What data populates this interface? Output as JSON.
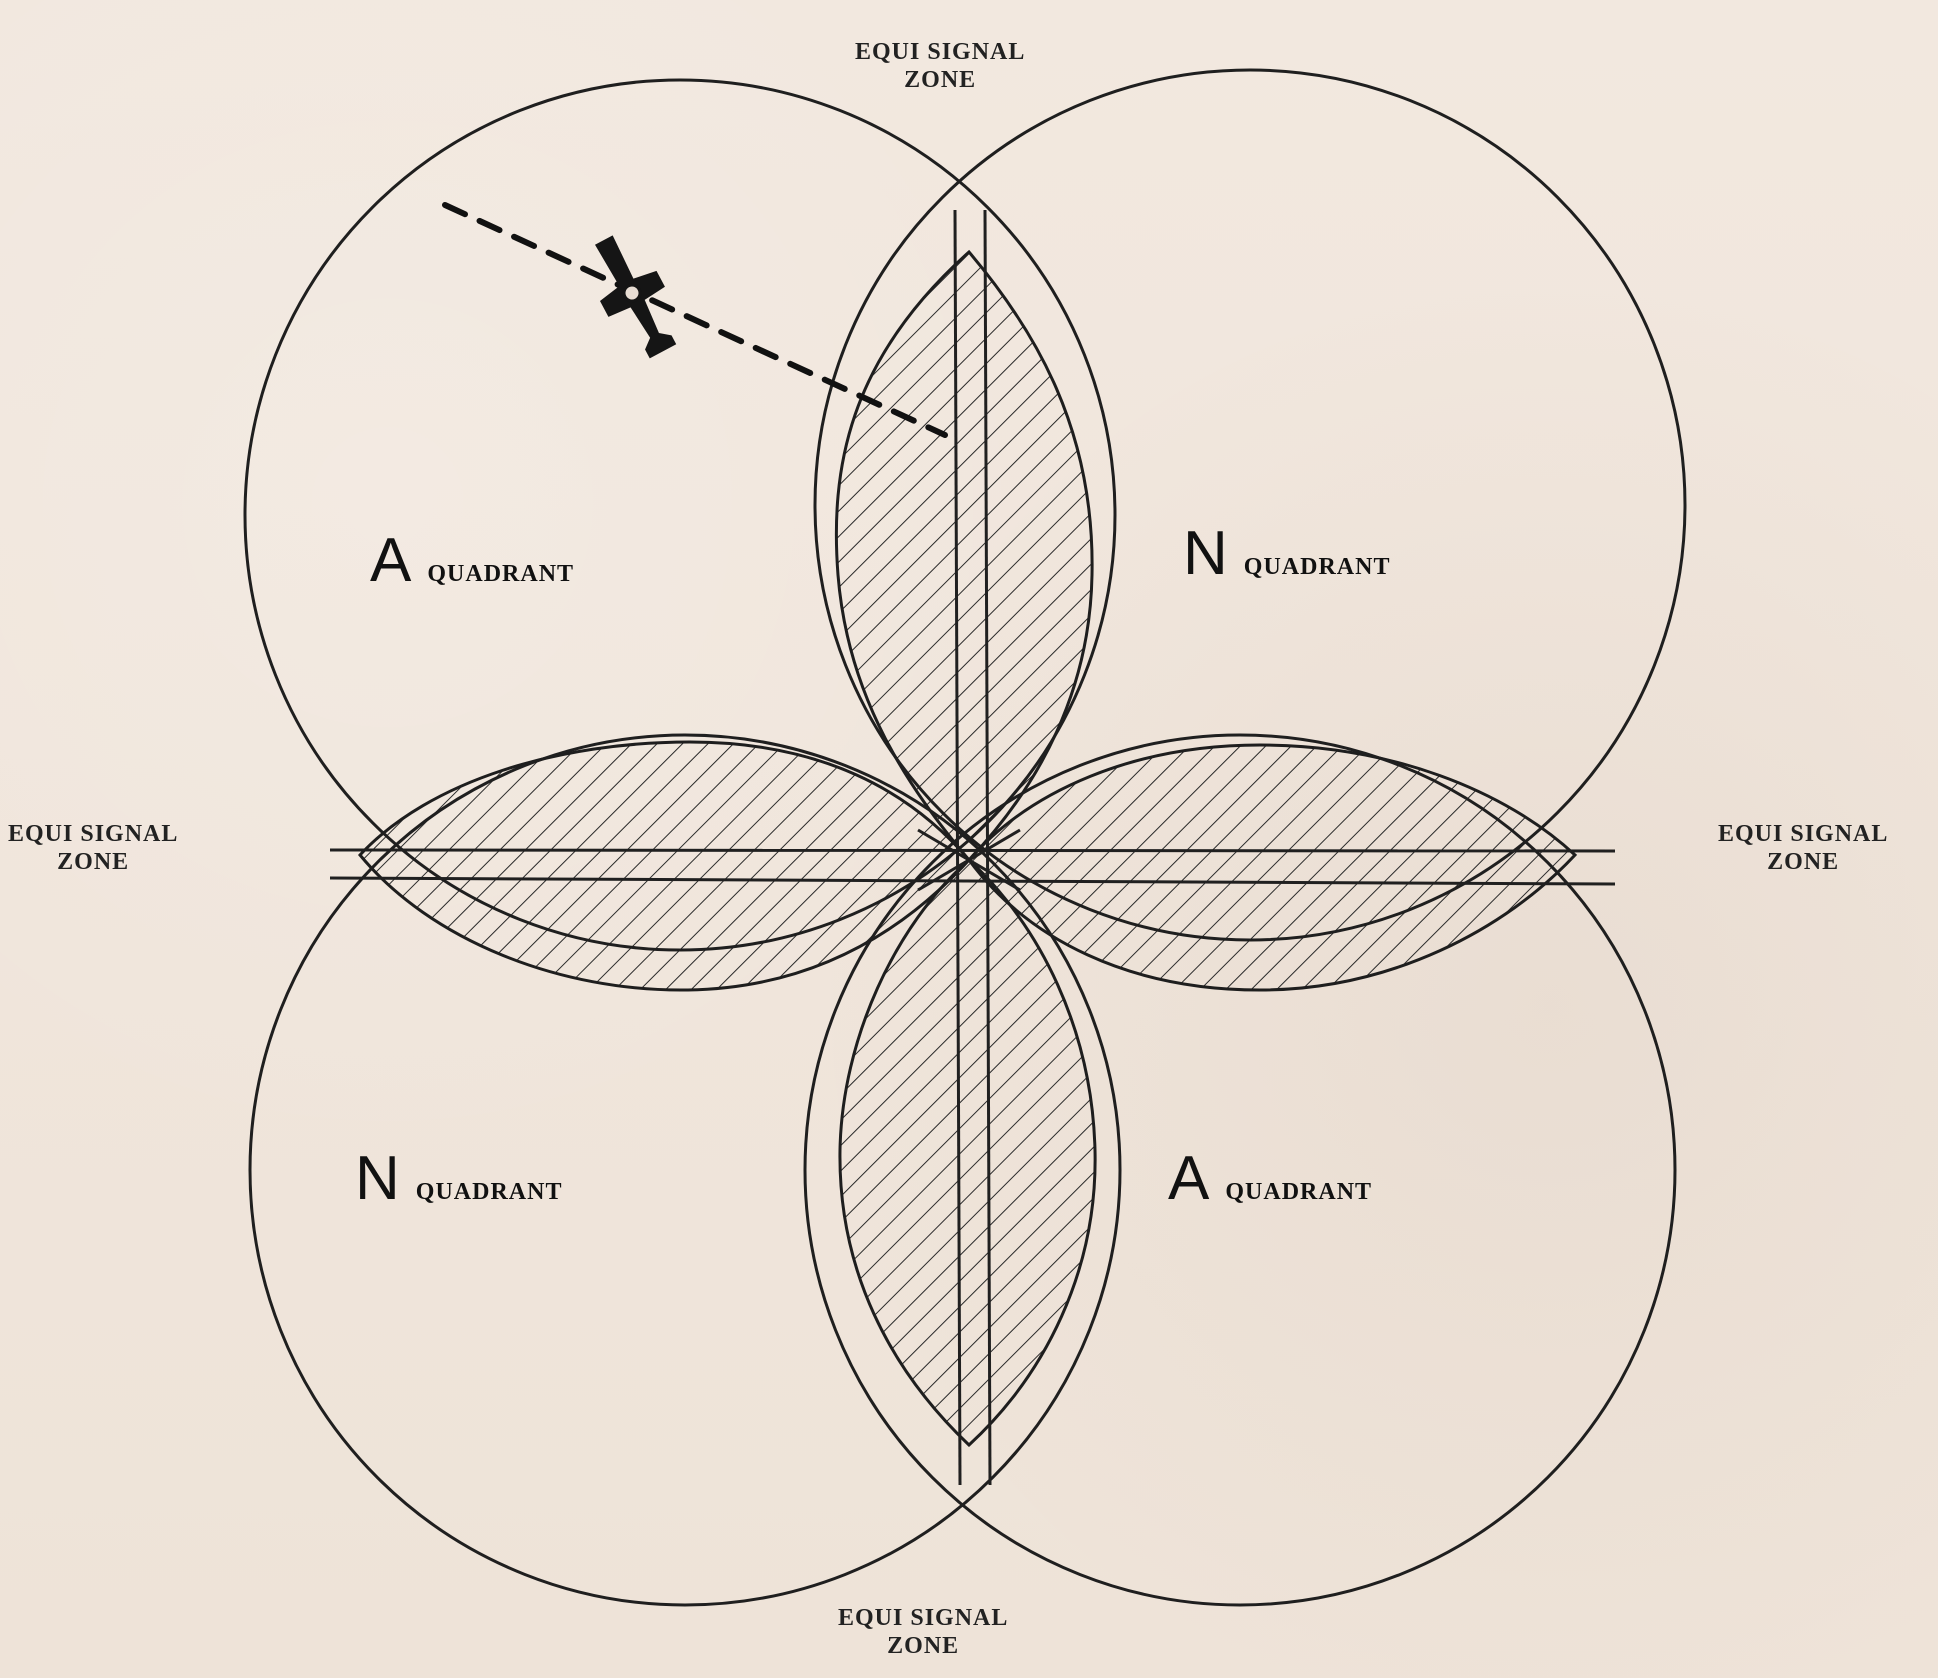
{
  "diagram": {
    "zones": {
      "top": [
        "EQUI SIGNAL",
        "ZONE"
      ],
      "left": [
        "EQUI SIGNAL",
        "ZONE"
      ],
      "right": [
        "EQUI SIGNAL",
        "ZONE"
      ],
      "bottom": [
        "EQUI SIGNAL",
        "ZONE"
      ]
    },
    "quadrants": [
      {
        "letter": "A",
        "label": "QUADRANT"
      },
      {
        "letter": "N",
        "label": "QUADRANT"
      },
      {
        "letter": "N",
        "label": "QUADRANT"
      },
      {
        "letter": "A",
        "label": "QUADRANT"
      }
    ]
  }
}
